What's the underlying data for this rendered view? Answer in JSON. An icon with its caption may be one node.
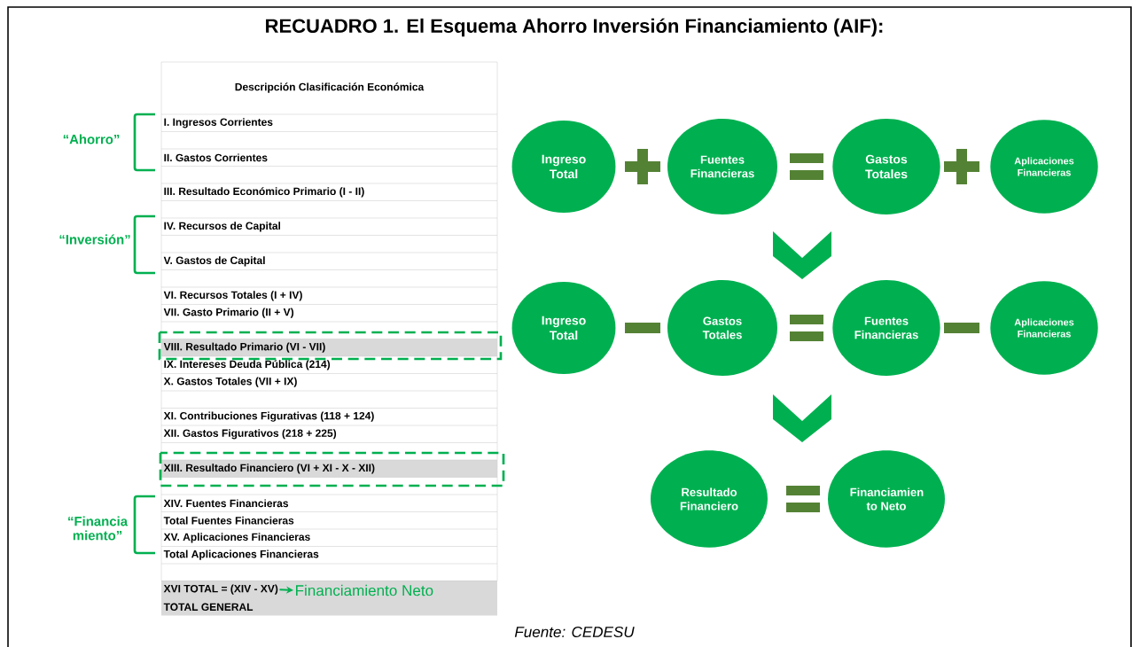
{
  "diagram": {
    "title": "RECUADRO 1. El Esquema Ahorro Inversión Financiamiento (AIF):",
    "caption": "Fuente: CEDESU",
    "nodes": [
      {
        "text": [
          "Ingreso Total"
        ]
      },
      {
        "text": [
          "Fuentes Financieras"
        ]
      },
      {
        "text": [
          "Gastos Totales"
        ]
      },
      {
        "text": [
          "Aplicaciones Financieras"
        ]
      },
      {
        "text": [
          "Ingreso Total"
        ]
      },
      {
        "text": [
          "Gastos Totales"
        ]
      },
      {
        "text": [
          "Fuentes Financieras"
        ]
      },
      {
        "text": [
          "Aplicaciones Financieras"
        ]
      },
      {
        "text": [
          "Resultado Financiero"
        ]
      },
      {
        "text": [
          "Financiamien to Neto"
        ]
      },
      {
        "text": [
          "XVI TOTAL = (XIV - XV)"
        ]
      },
      {
        "text": [
          "Financiamiento Neto"
        ]
      }
    ],
    "edges": [
      {
        "from": 10,
        "to": 11,
        "arrow": "to"
      }
    ],
    "labels": [
      "Descripción Clasificación Económica",
      "I. Ingresos Corrientes",
      "II. Gastos Corrientes",
      "III. Resultado Económico Primario (I - II)",
      "IV. Recursos de Capital",
      "V. Gastos de Capital",
      "VI. Recursos Totales (I + IV)",
      "VII. Gasto Primario (II + V)",
      "VIII. Resultado Primario (VI - VII)",
      "IX. Intereses Deuda Pública (214)",
      "X. Gastos Totales (VII + IX)",
      "XI. Contribuciones Figurativas (118 + 124)",
      "XII. Gastos Figurativos (218 + 225)",
      "XIII. Resultado Financiero (VI + XI - X - XII)",
      "XIV. Fuentes Financieras",
      "Total Fuentes Financieras",
      "XV. Aplicaciones Financieras",
      "Total Aplicaciones Financieras",
      "TOTAL GENERAL",
      "“Ahorro”",
      "“Inversión”",
      "“Financia miento”"
    ]
  }
}
